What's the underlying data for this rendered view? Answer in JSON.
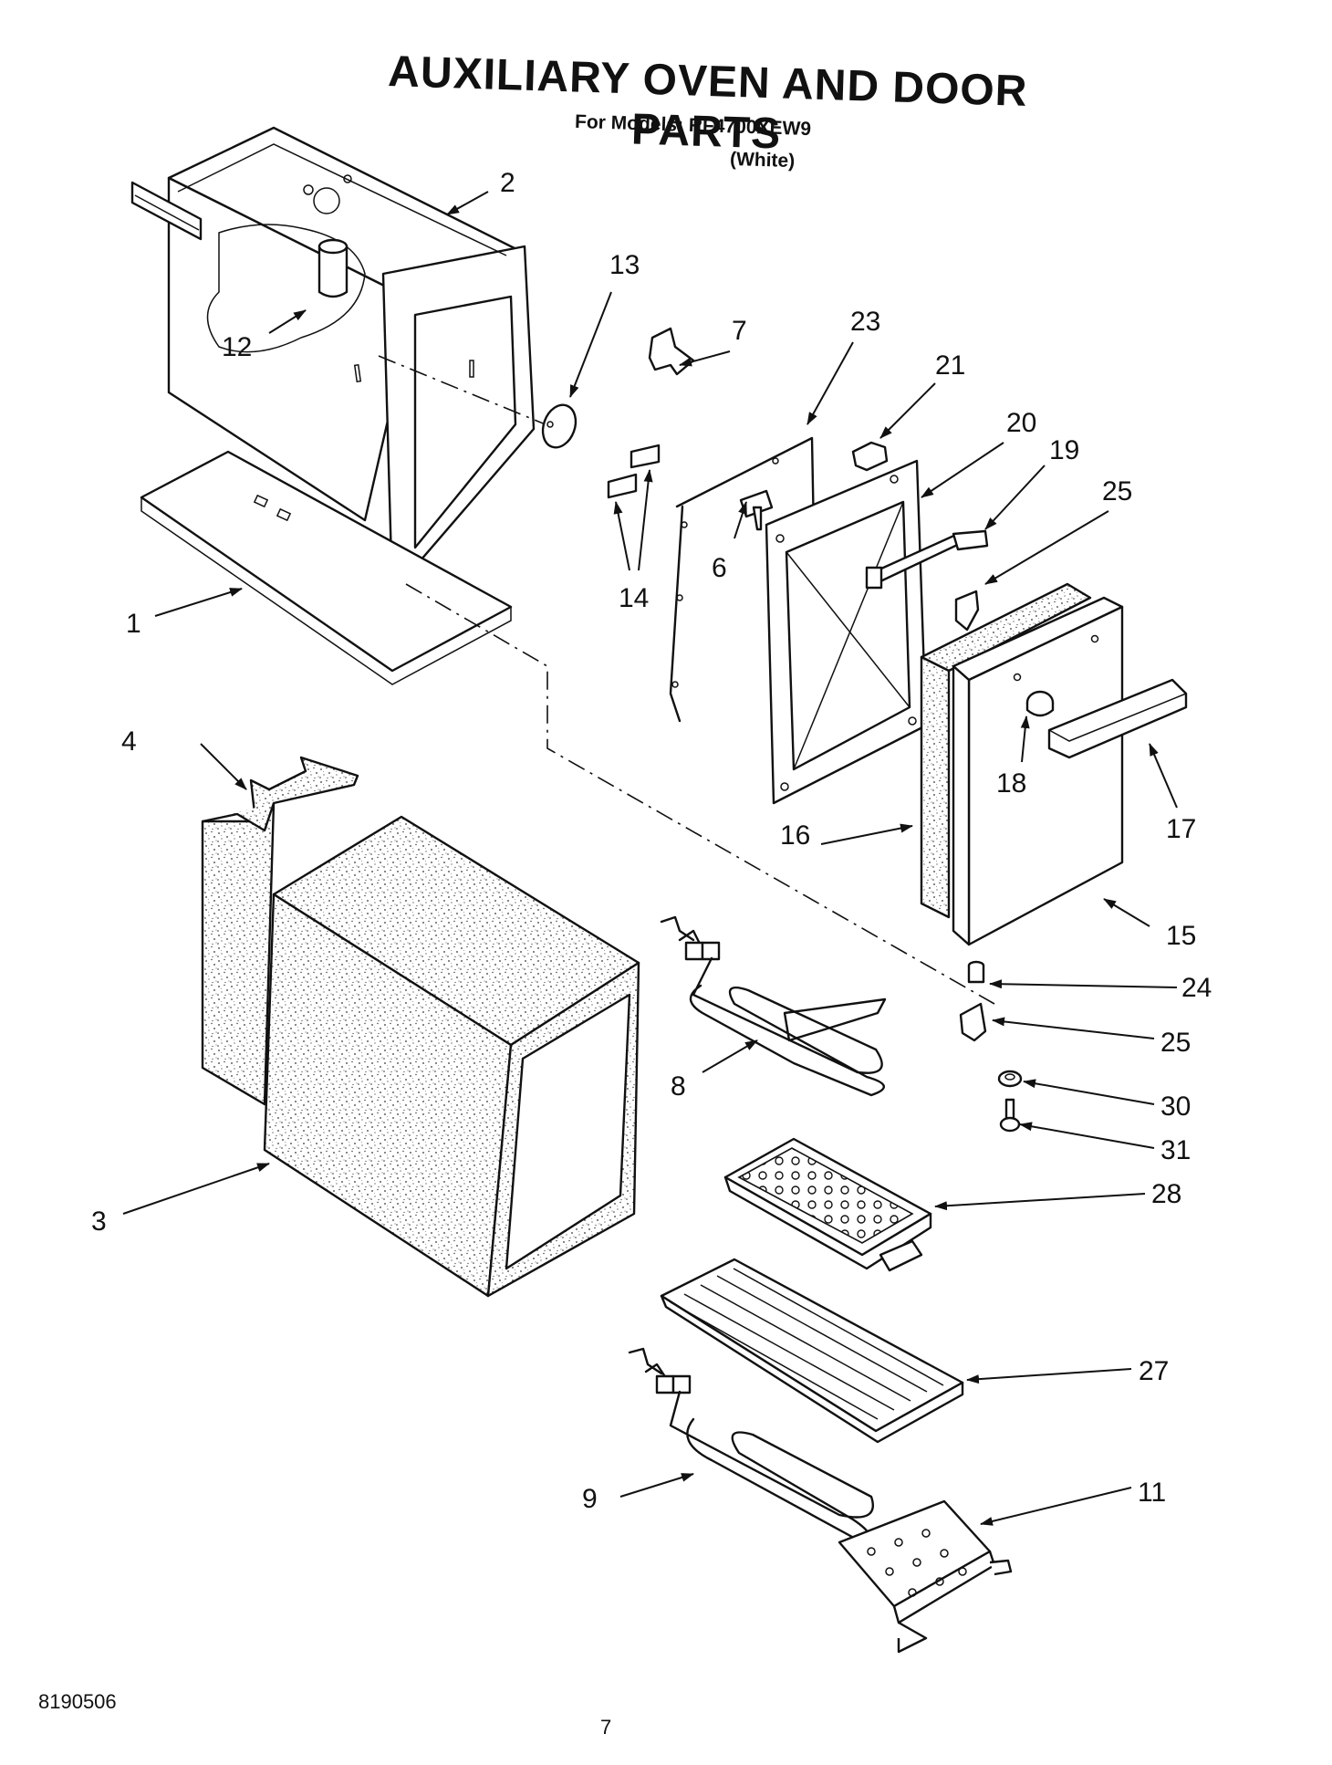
{
  "header": {
    "title": "AUXILIARY OVEN AND DOOR PARTS",
    "subtitle": "For Models: RF4700XEW9",
    "variant": "(White)"
  },
  "footer": {
    "doc_number": "8190506",
    "page_number": "7"
  },
  "callouts": {
    "c1": "1",
    "c2": "2",
    "c3": "3",
    "c4": "4",
    "c6": "6",
    "c7": "7",
    "c8": "8",
    "c9": "9",
    "c11": "11",
    "c12": "12",
    "c13": "13",
    "c14": "14",
    "c15": "15",
    "c16": "16",
    "c17": "17",
    "c18": "18",
    "c19": "19",
    "c20": "20",
    "c21": "21",
    "c23": "23",
    "c24": "24",
    "c25a": "25",
    "c25b": "25",
    "c27": "27",
    "c28": "28",
    "c30": "30",
    "c31": "31"
  }
}
